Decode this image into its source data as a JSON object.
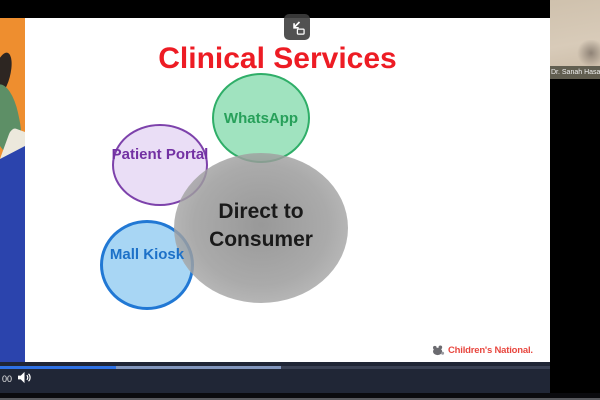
{
  "slide": {
    "title": "Clinical Services",
    "title_color": "#ed1c24",
    "circles": [
      {
        "id": "whatsapp",
        "label": "WhatsApp",
        "fill": "#a0e3bf",
        "border": "#2fae68",
        "text_color": "#27a05a"
      },
      {
        "id": "patient-portal",
        "label": "Patient Portal",
        "fill": "#eadef6",
        "border": "#7d42ab",
        "text_color": "#7331a3"
      },
      {
        "id": "mall-kiosk",
        "label": "Mall Kiosk",
        "fill": "#a8d6f4",
        "border": "#2178d4",
        "text_color": "#1d71c8"
      },
      {
        "id": "direct-to-consumer",
        "label": "Direct to Consumer",
        "fill_center": "#828282",
        "fill_edge": "#bdbdbd",
        "text_color": "#1a1a1a"
      }
    ],
    "logo": {
      "text": "Children's National.",
      "color": "#e8473f",
      "icon": "bear-logo-icon"
    }
  },
  "player": {
    "time_label": "00",
    "progress": {
      "played_pct": 21,
      "buffered_pct": 51,
      "played_color": "#2e71e5",
      "buffered_color": "#8296bd",
      "track_color": "#3a4154"
    },
    "volume_icon": "speaker-icon",
    "pip_icon": "picture-in-picture-icon",
    "bar_color": "#202636"
  },
  "participants": {
    "right_thumbnail": {
      "name": "Dr. Sanah Hasa"
    }
  }
}
